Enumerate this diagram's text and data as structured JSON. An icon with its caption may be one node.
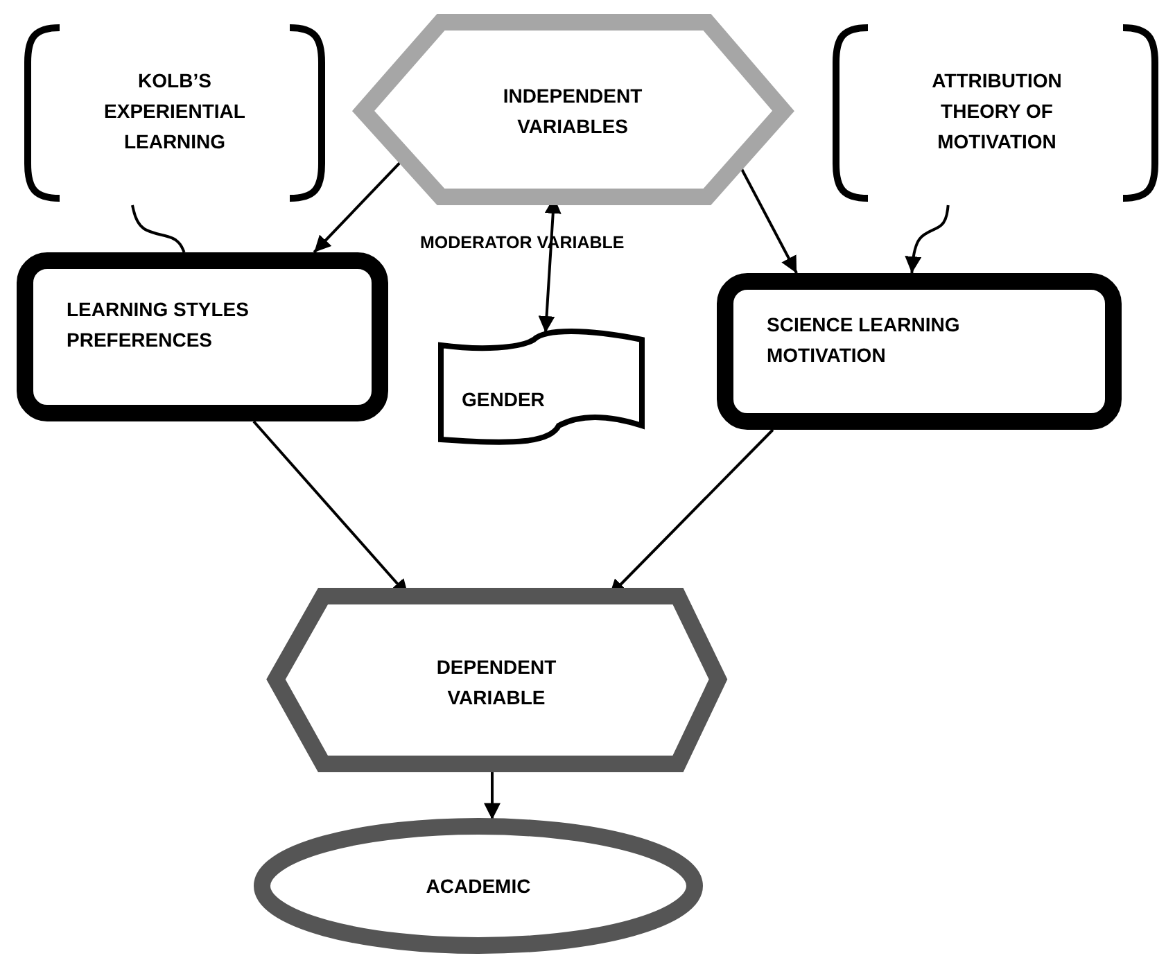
{
  "diagram": {
    "nodes": [
      {
        "text": [
          "KOLB’S EXPERIENTIAL LEARNING"
        ]
      },
      {
        "text": [
          "INDEPENDENT VARIABLES"
        ]
      },
      {
        "text": [
          "ATTRIBUTION THEORY OF MOTIVATION"
        ]
      },
      {
        "text": [
          "LEARNING STYLES PREFERENCES"
        ]
      },
      {
        "text": [
          "GENDER"
        ]
      },
      {
        "text": [
          "SCIENCE LEARNING MOTIVATION"
        ]
      },
      {
        "text": [
          "DEPENDENT VARIABLE"
        ]
      },
      {
        "text": [
          "ACADEMIC"
        ]
      }
    ],
    "edges": [
      {
        "from": 0,
        "to": 3,
        "arrow": "none"
      },
      {
        "from": 1,
        "to": 3,
        "arrow": "to"
      },
      {
        "from": 1,
        "to": 5,
        "arrow": "to"
      },
      {
        "from": 2,
        "to": 5,
        "arrow": "to"
      },
      {
        "from": 1,
        "to": 4,
        "arrow": "both"
      },
      {
        "from": 3,
        "to": 6,
        "arrow": "to"
      },
      {
        "from": 5,
        "to": 6,
        "arrow": "to"
      },
      {
        "from": 6,
        "to": 7,
        "arrow": "to"
      }
    ],
    "labels": [
      "MODERATOR VARIABLE"
    ]
  }
}
